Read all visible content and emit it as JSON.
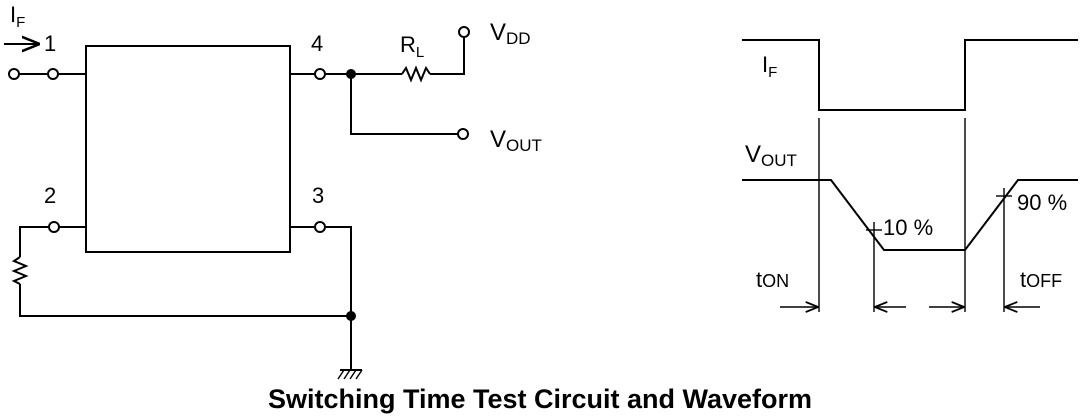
{
  "circuit": {
    "input_current": {
      "main": "I",
      "sub": "F"
    },
    "pins": {
      "p1": "1",
      "p2": "2",
      "p3": "3",
      "p4": "4"
    },
    "resistor": {
      "main": "R",
      "sub": "L"
    },
    "supply": {
      "main": "V",
      "sub": "DD"
    },
    "output": {
      "main": "V",
      "sub": "OUT"
    }
  },
  "waveform": {
    "if_label": {
      "main": "I",
      "sub": "F"
    },
    "vout_label": {
      "main": "V",
      "sub": "OUT"
    },
    "low_threshold": "10 %",
    "high_threshold": "90 %",
    "t_on": {
      "main": "t",
      "sub": "ON"
    },
    "t_off": {
      "main": "t",
      "sub": "OFF"
    }
  },
  "caption": "Switching Time Test Circuit and Waveform"
}
